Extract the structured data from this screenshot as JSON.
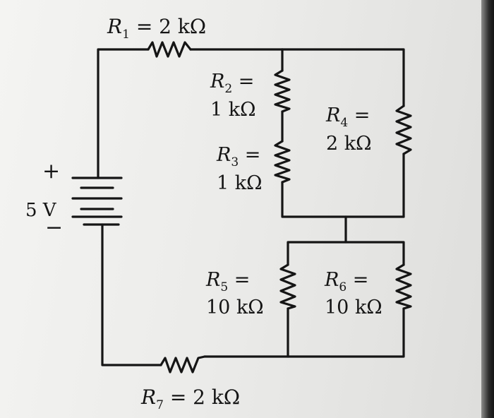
{
  "colors": {
    "wire": "#151515",
    "paper": "#efefed",
    "background": "#1a1a1a"
  },
  "source": {
    "plus": "+",
    "minus": "−",
    "voltage": "5 V"
  },
  "resistors": [
    {
      "id": "R1",
      "letter": "R",
      "sub": "1",
      "line1_rest": " = 2 kΩ",
      "line2": ""
    },
    {
      "id": "R2",
      "letter": "R",
      "sub": "2",
      "line1_rest": " =",
      "line2": "1 kΩ"
    },
    {
      "id": "R3",
      "letter": "R",
      "sub": "3",
      "line1_rest": " =",
      "line2": "1 kΩ"
    },
    {
      "id": "R4",
      "letter": "R",
      "sub": "4",
      "line1_rest": " =",
      "line2": "2 kΩ"
    },
    {
      "id": "R5",
      "letter": "R",
      "sub": "5",
      "line1_rest": " =",
      "line2": "10 kΩ"
    },
    {
      "id": "R6",
      "letter": "R",
      "sub": "6",
      "line1_rest": " =",
      "line2": "10 kΩ"
    },
    {
      "id": "R7",
      "letter": "R",
      "sub": "7",
      "line1_rest": " = 2 kΩ",
      "line2": ""
    }
  ]
}
